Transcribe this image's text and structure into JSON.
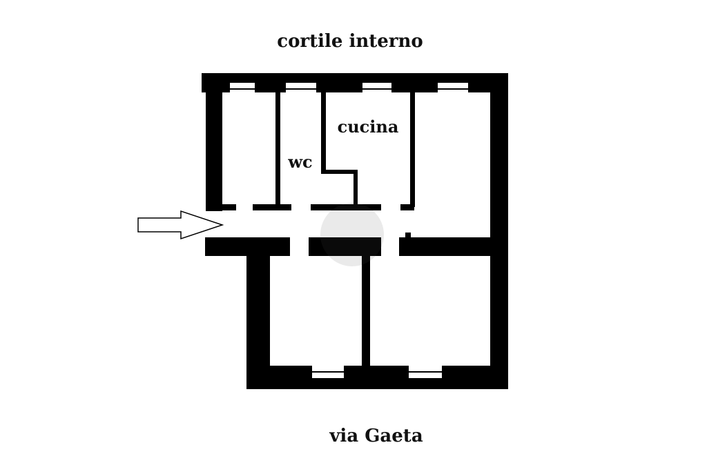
{
  "labels": {
    "top": "cortile interno",
    "bottom": "via Gaeta",
    "kitchen": "cucina",
    "bathroom": "wc"
  },
  "colors": {
    "wall": "#000000",
    "background": "#ffffff",
    "text": "#111111",
    "watermark": "#555555"
  },
  "icons": {
    "entrance": "entrance-arrow-icon"
  }
}
